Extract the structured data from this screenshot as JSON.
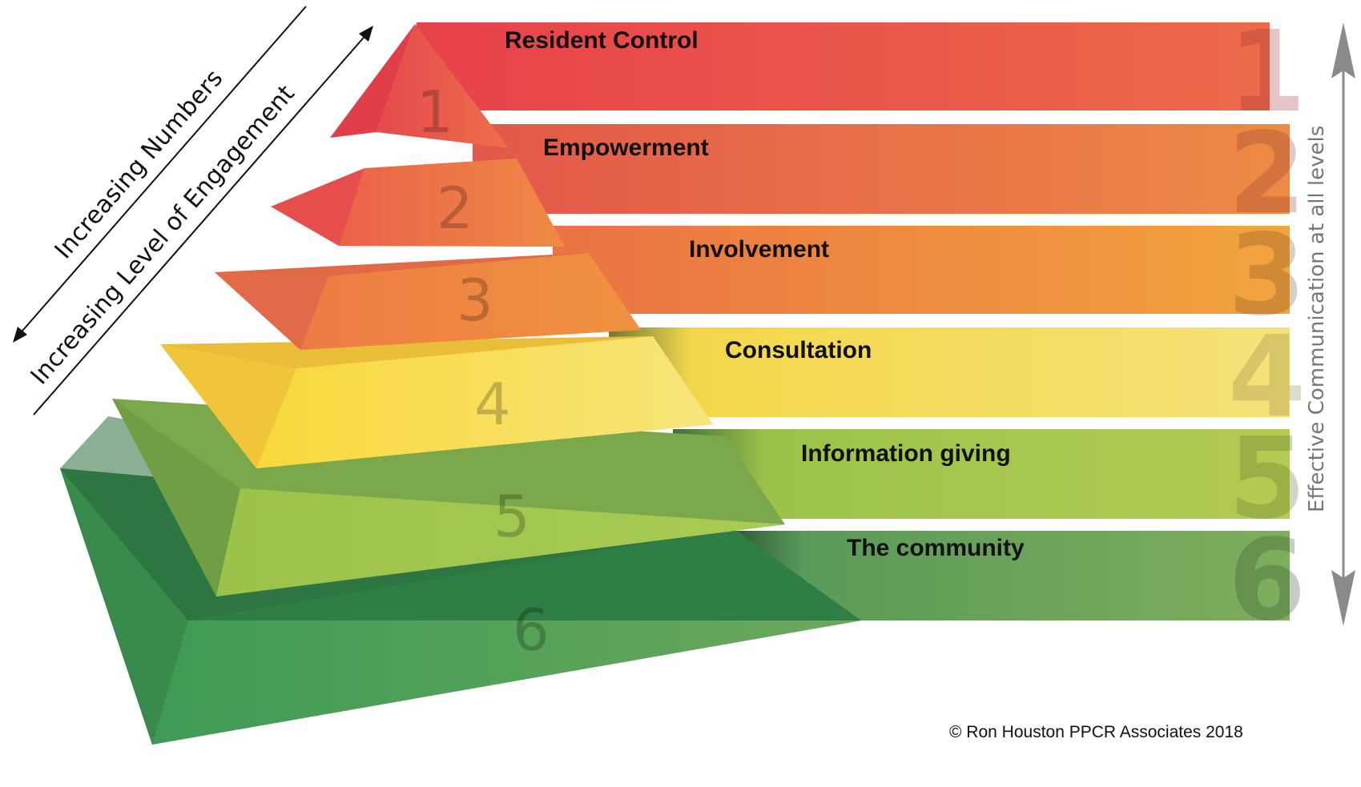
{
  "levels": [
    {
      "number": "1",
      "label": "Resident Control",
      "color": "#e8414a",
      "color_end": "#ec6a4a"
    },
    {
      "number": "2",
      "label": "Empowerment",
      "color": "#e9604a",
      "color_end": "#ee8a45"
    },
    {
      "number": "3",
      "label": "Involvement",
      "color": "#ec7a44",
      "color_end": "#f2a43e"
    },
    {
      "number": "4",
      "label": "Consultation",
      "color": "#f7d94a",
      "color_end": "#f6e27a"
    },
    {
      "number": "5",
      "label": "Information giving",
      "color": "#9cc24a",
      "color_end": "#b3cc52"
    },
    {
      "number": "6",
      "label": "The community",
      "color": "#3f9a55",
      "color_end": "#7fae5c"
    }
  ],
  "left_arrows": {
    "outer": "Increasing Numbers",
    "inner": "Increasing Level of Engagement"
  },
  "right_arrow": {
    "label": "Effective Communication at all levels",
    "color": "#8a8a8a"
  },
  "copyright": "©  Ron Houston PPCR Associates 2018"
}
